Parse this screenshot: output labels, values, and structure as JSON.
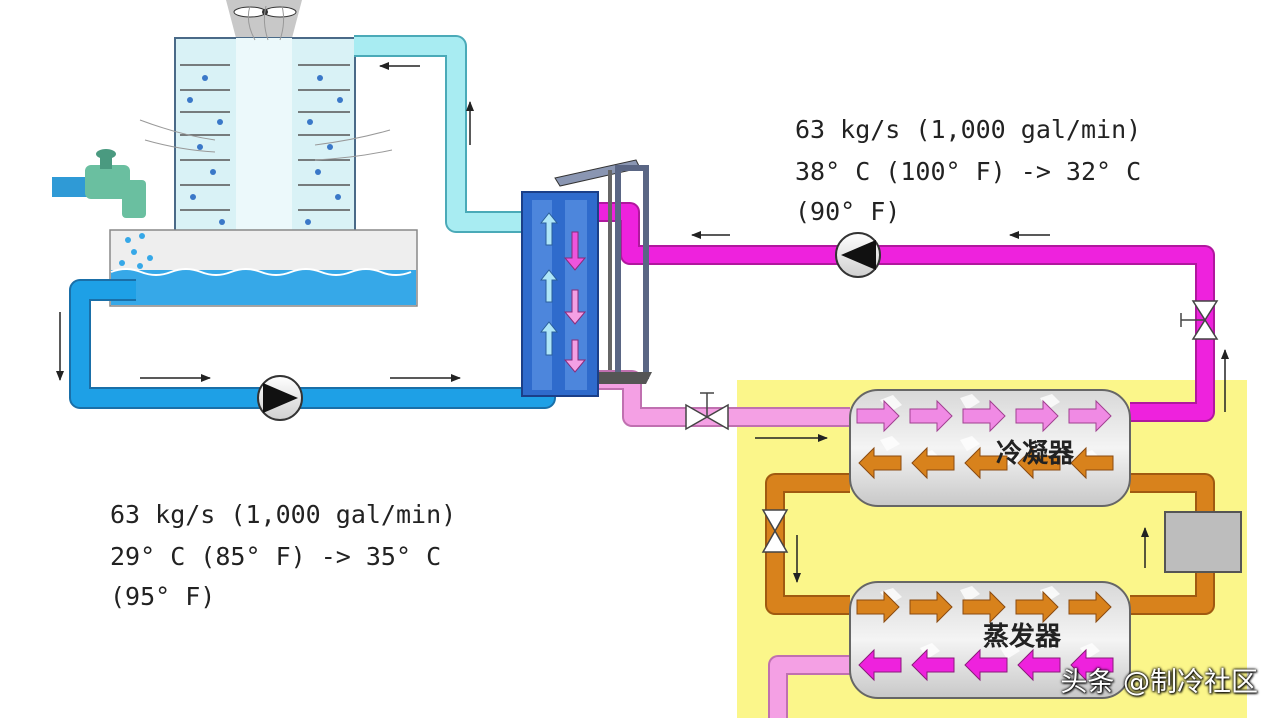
{
  "upper_flow": {
    "rate": "63 kg/s (1,000 gal/min)",
    "temp_line1": "38° C (100° F) -> 32° C",
    "temp_line2": "(90° F)"
  },
  "lower_flow": {
    "rate": "63 kg/s (1,000 gal/min)",
    "temp_line1": "29° C (85° F) -> 35° C",
    "temp_line2": "(95° F)"
  },
  "condenser_label": "冷凝器",
  "evaporator_label": "蒸发器",
  "watermark": "头条 @制冷社区",
  "colors": {
    "cooling_water_cold": "#1ea0e6",
    "cooling_water_warm": "#a8ecf2",
    "condenser_water_hot": "#ee22dd",
    "condenser_water_cooled": "#f4a0e4",
    "refrigerant": "#d8821c",
    "heat_exchanger": "#2f6bcc",
    "chiller_zone": "#fbf68a"
  }
}
